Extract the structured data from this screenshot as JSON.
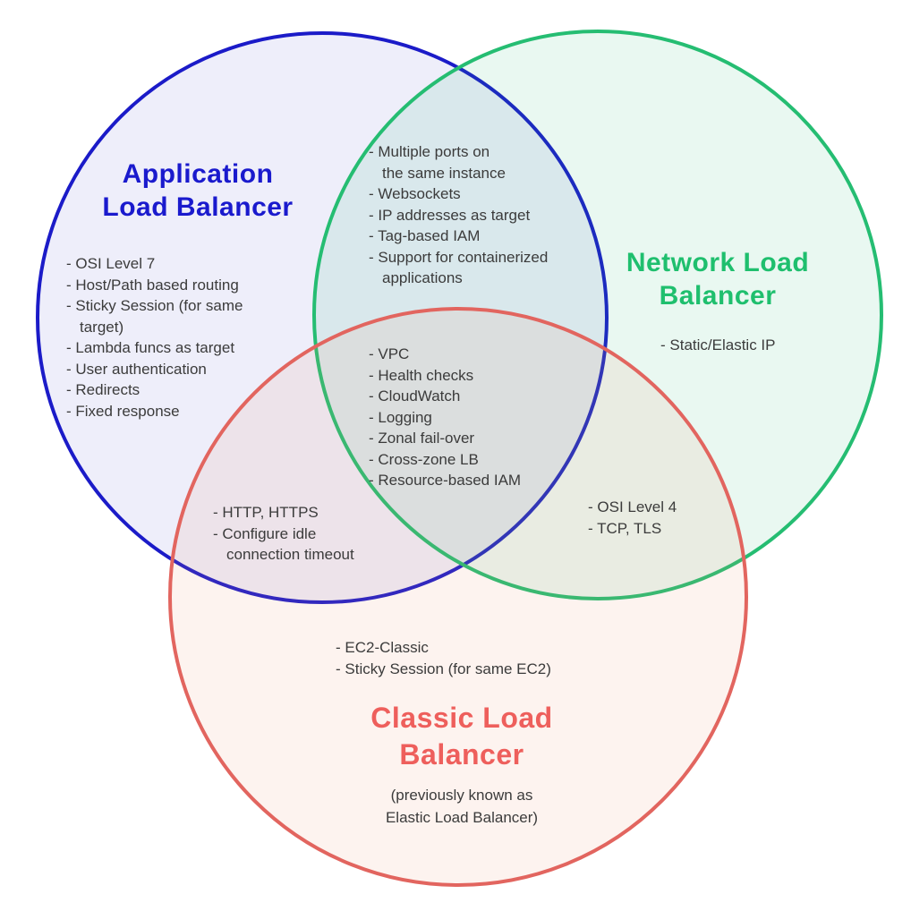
{
  "diagram": {
    "type": "venn",
    "subject": "AWS Load Balancer comparison",
    "colors": {
      "alb_accent": "#1a1acd",
      "nlb_accent": "#1fbf6e",
      "clb_accent": "#ee5f5c",
      "body_text": "#3b3b3b",
      "background": "#ffffff"
    },
    "circles": {
      "alb": {
        "stroke": "#1b1bc8",
        "fill": "rgba(70,70,205,0.09)"
      },
      "nlb": {
        "stroke": "#25bd72",
        "fill": "rgba(37,189,114,0.10)"
      },
      "clb": {
        "stroke": "#e2655f",
        "fill": "rgba(235,150,110,0.11)"
      }
    },
    "regions": {
      "alb": {
        "title": "Application\nLoad Balancer",
        "items": [
          "- OSI Level 7",
          "- Host/Path based routing",
          "- Sticky Session (for same\ntarget)",
          "- Lambda funcs as target",
          "- User authentication",
          "- Redirects",
          "- Fixed response"
        ]
      },
      "alb_nlb": {
        "items": [
          "- Multiple ports on\nthe same instance",
          "- Websockets",
          "- IP addresses as target",
          "- Tag-based IAM",
          "- Support for containerized\napplications"
        ]
      },
      "nlb": {
        "title": "Network Load\nBalancer",
        "items": [
          "- Static/Elastic IP"
        ]
      },
      "center": {
        "items": [
          "- VPC",
          "- Health checks",
          "- CloudWatch",
          "- Logging",
          "- Zonal fail-over",
          "- Cross-zone LB",
          "- Resource-based IAM"
        ]
      },
      "alb_clb": {
        "items": [
          "- HTTP, HTTPS",
          "- Configure idle\nconnection timeout"
        ]
      },
      "nlb_clb": {
        "items": [
          "- OSI Level 4",
          "- TCP, TLS"
        ]
      },
      "clb": {
        "title": "Classic Load\nBalancer",
        "items": [
          "- EC2-Classic",
          "- Sticky Session (for same EC2)"
        ],
        "note": "(previously known as\nElastic Load Balancer)"
      }
    }
  }
}
